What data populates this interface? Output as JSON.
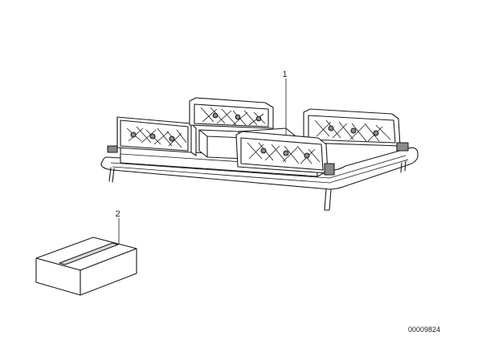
{
  "callouts": [
    {
      "number": "1"
    },
    {
      "number": "2"
    }
  ],
  "drawing_reference": "00009824"
}
